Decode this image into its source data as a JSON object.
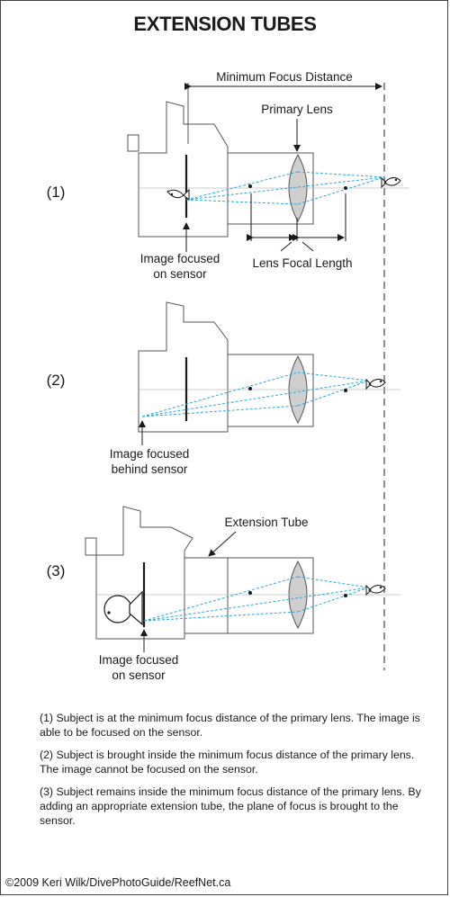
{
  "title": "EXTENSION TUBES",
  "labels": {
    "min_focus_distance": "Minimum Focus Distance",
    "primary_lens": "Primary Lens",
    "lens_focal_length": "Lens Focal Length",
    "extension_tube": "Extension Tube",
    "panel1_image_line1": "Image focused",
    "panel1_image_line2": "on sensor",
    "panel2_image_line1": "Image focused",
    "panel2_image_line2": "behind sensor",
    "panel3_image_line1": "Image focused",
    "panel3_image_line2": "on sensor"
  },
  "panels": [
    "(1)",
    "(2)",
    "(3)"
  ],
  "captions": [
    "(1) Subject is at the minimum focus distance of the primary lens. The image is able to be focused on the sensor.",
    "(2) Subject is brought inside the minimum focus distance of the primary lens. The image cannot be focused on the sensor.",
    "(3) Subject remains inside the minimum focus distance of the primary lens. By adding an appropriate extension tube, the plane of focus is brought to the sensor."
  ],
  "credit": "©2009 Keri Wilk/DivePhotoGuide/ReefNet.ca",
  "colors": {
    "ray": "#29a9e0",
    "lens": "#cfcfcf",
    "outline": "#555555"
  }
}
